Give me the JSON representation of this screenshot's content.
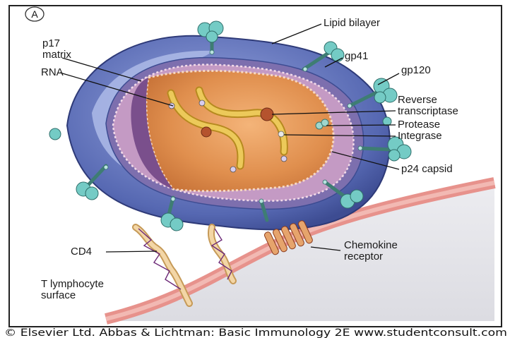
{
  "figure": {
    "panel_letter": "A",
    "labels": {
      "lipid_bilayer": "Lipid bilayer",
      "p17_line1": "p17",
      "p17_line2": "matrix",
      "rna": "RNA",
      "gp41": "gp41",
      "gp120": "gp120",
      "reverse_line1": "Reverse",
      "reverse_line2": "transcriptase",
      "protease": "Protease",
      "integrase": "Integrase",
      "p24_capsid": "p24 capsid",
      "cd4": "CD4",
      "chemokine_line1": "Chemokine",
      "chemokine_line2": "receptor",
      "t_line1": "T lymphocyte",
      "t_line2": "surface"
    },
    "credit": "© Elsevier Ltd. Abbas & Lichtman: Basic Immunology 2E www.studentconsult.com"
  },
  "colors": {
    "envelope_blue": "#5b6db6",
    "envelope_light": "#a9b6e3",
    "matrix_purple": "#b98fb8",
    "capsid_orange": "#e0914f",
    "rna_yellow": "#e7c24a",
    "glycoprotein_teal": "#6cc4c0",
    "membrane_pink": "#e79a92"
  }
}
